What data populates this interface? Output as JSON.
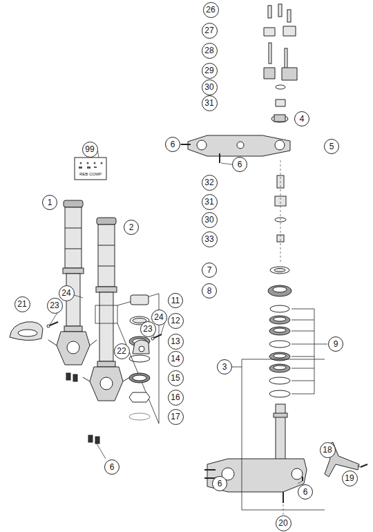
{
  "diagram": {
    "nodes": [
      {
        "text": [
          "26"
        ]
      },
      {
        "text": [
          "27"
        ]
      },
      {
        "text": [
          "28"
        ]
      },
      {
        "text": [
          "29"
        ]
      },
      {
        "text": [
          "30"
        ]
      },
      {
        "text": [
          "31"
        ]
      },
      {
        "text": [
          "99"
        ]
      },
      {
        "text": [
          "4"
        ]
      },
      {
        "text": [
          "6"
        ]
      },
      {
        "text": [
          "5"
        ]
      },
      {
        "text": [
          "6"
        ]
      },
      {
        "text": [
          "1"
        ]
      },
      {
        "text": [
          "2"
        ]
      },
      {
        "text": [
          "32"
        ]
      },
      {
        "text": [
          "31"
        ]
      },
      {
        "text": [
          "30"
        ]
      },
      {
        "text": [
          "33"
        ]
      },
      {
        "text": [
          "7"
        ]
      },
      {
        "text": [
          "8"
        ]
      },
      {
        "text": [
          "21"
        ]
      },
      {
        "text": [
          "24"
        ]
      },
      {
        "text": [
          "23"
        ]
      },
      {
        "text": [
          "22"
        ]
      },
      {
        "text": [
          "23"
        ]
      },
      {
        "text": [
          "24"
        ]
      },
      {
        "text": [
          "11"
        ]
      },
      {
        "text": [
          "12"
        ]
      },
      {
        "text": [
          "13"
        ]
      },
      {
        "text": [
          "14"
        ]
      },
      {
        "text": [
          "15"
        ]
      },
      {
        "text": [
          "16"
        ]
      },
      {
        "text": [
          "17"
        ]
      },
      {
        "text": [
          "9"
        ]
      },
      {
        "text": [
          "3"
        ]
      },
      {
        "text": [
          "6"
        ]
      },
      {
        "text": [
          "18"
        ]
      },
      {
        "text": [
          "19"
        ]
      },
      {
        "text": [
          "6"
        ]
      },
      {
        "text": [
          "6"
        ]
      },
      {
        "text": [
          "20"
        ]
      }
    ],
    "labels": [
      "REB COMP"
    ]
  }
}
